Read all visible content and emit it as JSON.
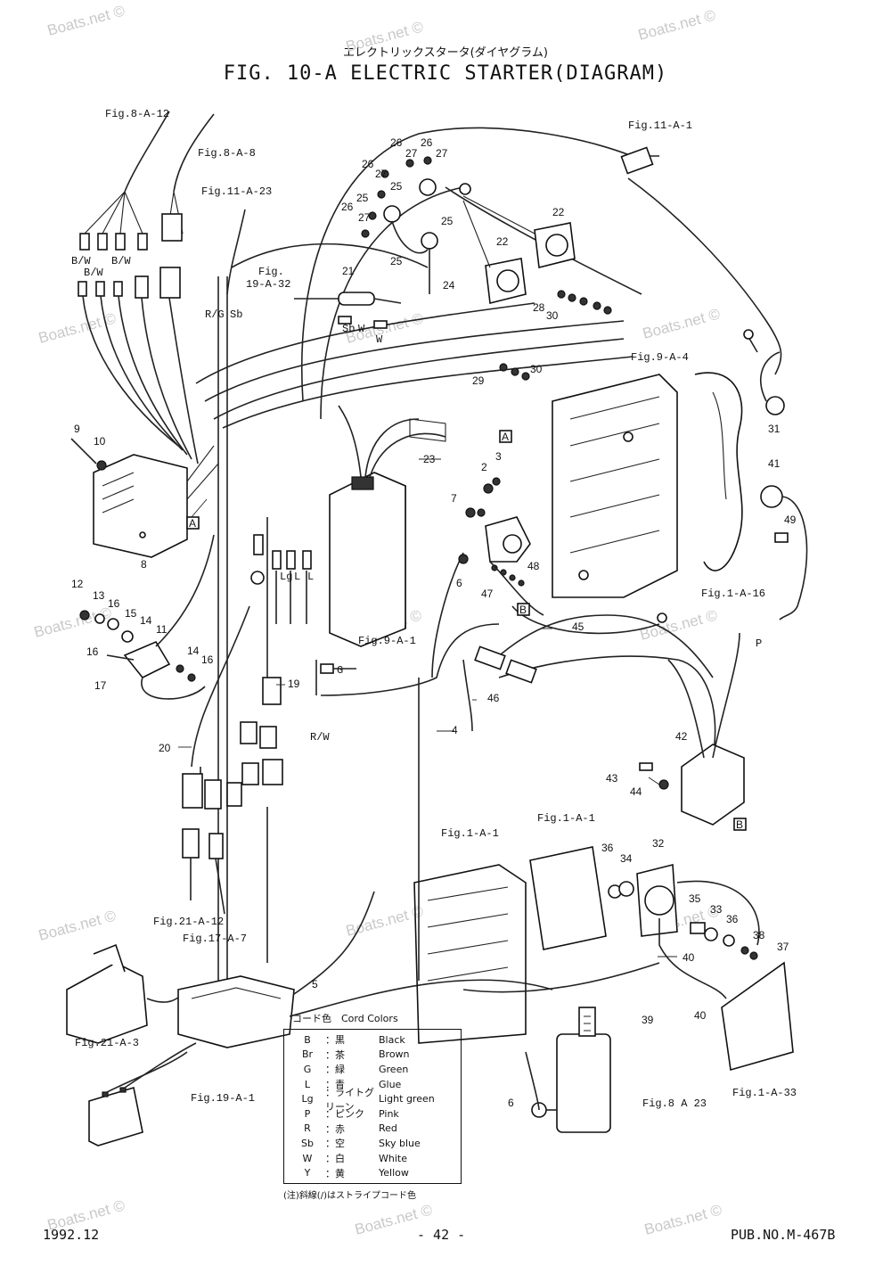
{
  "title_jp": "エレクトリックスタータ(ダイヤグラム)",
  "title": "FIG. 10-A ELECTRIC STARTER(DIAGRAM)",
  "watermark": "Boats.net ©",
  "refs": [
    {
      "id": "fig8-a-12",
      "text": "Fig.8-A-12"
    },
    {
      "id": "fig8-a-8",
      "text": "Fig.8-A-8"
    },
    {
      "id": "fig11-a-23",
      "text": "Fig.11-A-23"
    },
    {
      "id": "fig19-a-32-a",
      "text": "Fig."
    },
    {
      "id": "fig19-a-32-b",
      "text": "19-A-32"
    },
    {
      "id": "fig11-a-1",
      "text": "Fig.11-A-1"
    },
    {
      "id": "fig9-a-4",
      "text": "Fig.9-A-4"
    },
    {
      "id": "fig9-a-1",
      "text": "Fig.9-A-1"
    },
    {
      "id": "fig1-a-16",
      "text": "Fig.1-A-16"
    },
    {
      "id": "fig1-a-1-right",
      "text": "Fig.1-A-1"
    },
    {
      "id": "fig1-a-1-mid",
      "text": "Fig.1-A-1"
    },
    {
      "id": "fig21-a-12",
      "text": "Fig.21-A-12"
    },
    {
      "id": "fig17-a-7",
      "text": "Fig.17-A-7"
    },
    {
      "id": "fig21-a-3",
      "text": "Fig.21-A-3"
    },
    {
      "id": "fig19-a-1",
      "text": "Fig.19-A-1"
    },
    {
      "id": "fig8-a-23",
      "text": "Fig.8 A 23"
    },
    {
      "id": "fig1-a-33",
      "text": "Fig.1-A-33"
    }
  ],
  "wire_labels": {
    "bw1": "B/W",
    "bw2": "B/W",
    "bw3": "B/W",
    "rg": "R/G",
    "sb1": "Sb",
    "sb2": "Sb",
    "w1": "W",
    "w2": "W",
    "lg": "Lg",
    "l1": "L",
    "l2": "L",
    "g": "G",
    "rw": "R/W",
    "p": "P"
  },
  "callouts": {
    "c2": "2",
    "c3": "3",
    "c4": "4",
    "c5": "5",
    "c6a": "6",
    "c6b": "6",
    "c7": "7",
    "c8": "8",
    "c9": "9",
    "c10": "10",
    "c11": "11",
    "c12": "12",
    "c13": "13",
    "c14a": "14",
    "c14b": "14",
    "c15": "15",
    "c16a": "16",
    "c16b": "16",
    "c16c": "16",
    "c17": "17",
    "c19": "19",
    "c20": "20",
    "c21": "21",
    "c22a": "22",
    "c22b": "22",
    "c23": "23",
    "c24": "24",
    "c25a": "25",
    "c25b": "25",
    "c25c": "25",
    "c25d": "25",
    "c26a": "26",
    "c26b": "26",
    "c26c": "26",
    "c26d": "26",
    "c27a": "27",
    "c27b": "27",
    "c27c": "27",
    "c27d": "27",
    "c28": "28",
    "c29": "29",
    "c30a": "30",
    "c30b": "30",
    "c31": "31",
    "c32": "32",
    "c33": "33",
    "c34": "34",
    "c35": "35",
    "c36a": "36",
    "c36b": "36",
    "c37": "37",
    "c38": "38",
    "c39": "39",
    "c40a": "40",
    "c40b": "40",
    "c41": "41",
    "c42": "42",
    "c43": "43",
    "c44": "44",
    "c45": "45",
    "c46": "46",
    "c47": "47",
    "c48": "48",
    "c49": "49"
  },
  "boxed_letters": {
    "a1": "A",
    "a2": "A",
    "b1": "B",
    "b2": "B"
  },
  "legend": {
    "heading": "コード色　Cord Colors",
    "rows": [
      {
        "code": "B",
        "jp": "：黒",
        "en": "Black"
      },
      {
        "code": "Br",
        "jp": "：茶",
        "en": "Brown"
      },
      {
        "code": "G",
        "jp": "：緑",
        "en": "Green"
      },
      {
        "code": "L",
        "jp": "：青",
        "en": "Glue"
      },
      {
        "code": "Lg",
        "jp": "：ライトグリーン",
        "en": "Light green"
      },
      {
        "code": "P",
        "jp": "：ピンク",
        "en": "Pink"
      },
      {
        "code": "R",
        "jp": "：赤",
        "en": "Red"
      },
      {
        "code": "Sb",
        "jp": "：空",
        "en": "Sky blue"
      },
      {
        "code": "W",
        "jp": "：白",
        "en": "White"
      },
      {
        "code": "Y",
        "jp": "：黄",
        "en": "Yellow"
      }
    ],
    "note": "(注)斜線(/)はストライプコード色"
  },
  "footer": {
    "date": "1992.12",
    "page": "- 42 -",
    "pub": "PUB.NO.M-467B"
  }
}
